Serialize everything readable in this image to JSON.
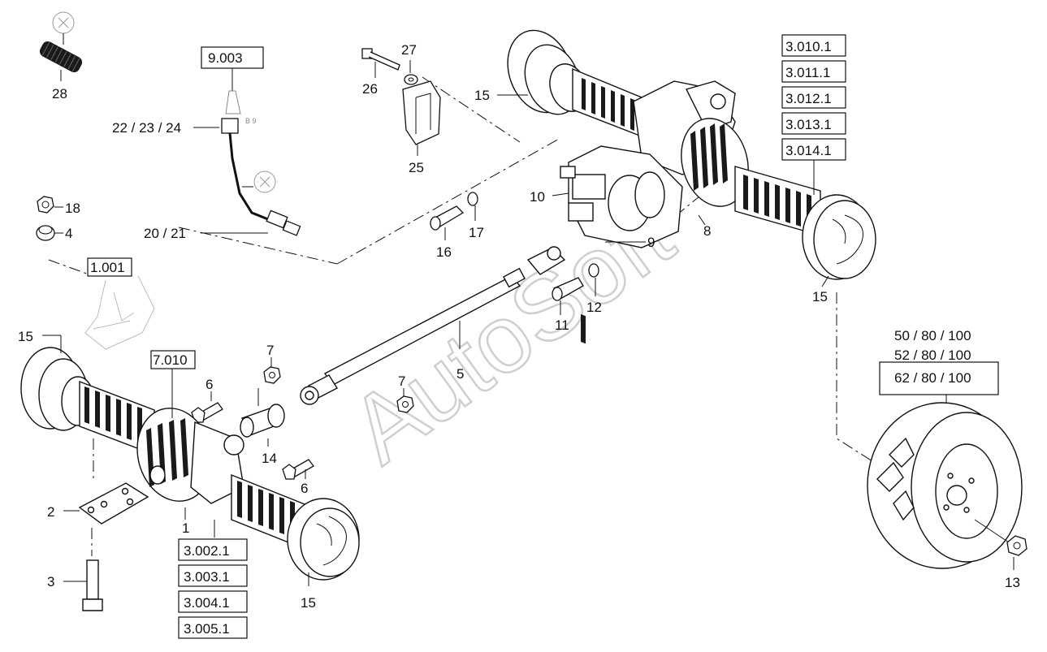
{
  "watermark": "AutoSoft",
  "references": {
    "r9003": "9.003",
    "r1001": "1.001",
    "r7010": "7.010",
    "front_axle": [
      "3.002.1",
      "3.003.1",
      "3.004.1",
      "3.005.1"
    ],
    "rear_axle": [
      "3.010.1",
      "3.011.1",
      "3.012.1",
      "3.013.1",
      "3.014.1"
    ],
    "tyres": [
      "50 / 80 / 100",
      "52 / 80 / 100",
      "62 / 80 / 100"
    ]
  },
  "callouts": {
    "c28": "28",
    "c22_24": "22 / 23 / 24",
    "c20_21": "20 / 21",
    "c18": "18",
    "c4": "4",
    "c26": "26",
    "c27": "27",
    "c25": "25",
    "c15a": "15",
    "c15b": "15",
    "c15c": "15",
    "c15d": "15",
    "c10": "10",
    "c9": "9",
    "c8": "8",
    "c16": "16",
    "c17": "17",
    "c11": "11",
    "c12": "12",
    "c5": "5",
    "c7a": "7",
    "c7b": "7",
    "c6a": "6",
    "c6b": "6",
    "c14": "14",
    "c1": "1",
    "c2": "2",
    "c3": "3",
    "c13": "13"
  },
  "icons": [
    "sensor-marker-icon",
    "spring-marker-icon"
  ]
}
